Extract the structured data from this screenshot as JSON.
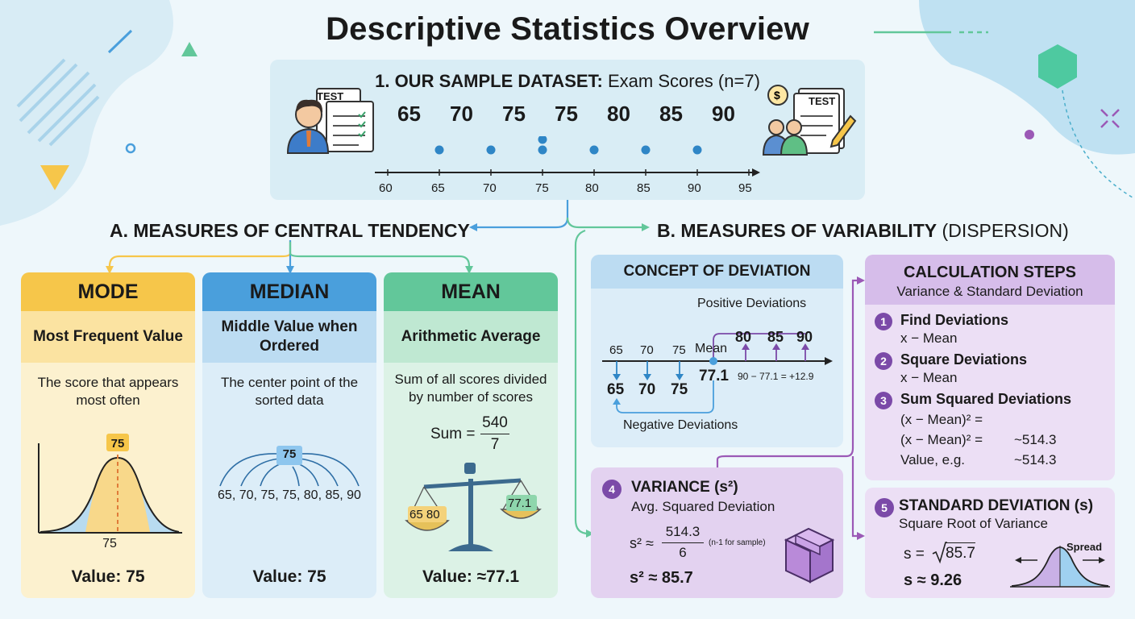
{
  "title": "Descriptive Statistics Overview",
  "dataset": {
    "heading_bold": "1. OUR SAMPLE DATASET:",
    "heading_rest": " Exam Scores (n=7)",
    "scores": [
      "65",
      "70",
      "75",
      "75",
      "80",
      "85",
      "90"
    ],
    "test_label": "TEST",
    "axis_ticks": [
      "60",
      "65",
      "70",
      "75",
      "80",
      "85",
      "90",
      "95"
    ]
  },
  "central": {
    "heading": "A. MEASURES OF CENTRAL TENDENCY",
    "mode": {
      "title": "MODE",
      "subtitle": "Most Frequent Value",
      "desc": "The score that appears most often",
      "peak_label": "75",
      "axis_label": "75",
      "value": "Value: 75"
    },
    "median": {
      "title": "MEDIAN",
      "subtitle": "Middle Value when Ordered",
      "desc": "The center point of the sorted data",
      "center_label": "75",
      "list": "65, 70, 75, 75, 80, 85, 90",
      "value": "Value: 75"
    },
    "mean": {
      "title": "MEAN",
      "subtitle": "Arithmetic Average",
      "desc": "Sum of all scores divided by number of scores",
      "sum_label": "Sum =",
      "numerator": "540",
      "denominator": "7",
      "left_pan": "65 80",
      "right_pan": "77.1",
      "value": "Value: ≈77.1"
    }
  },
  "variability": {
    "heading_bold": "B. MEASURES OF VARIABILITY",
    "heading_rest": " (DISPERSION)",
    "deviation": {
      "title": "CONCEPT OF DEVIATION",
      "positive": "Positive Deviations",
      "negative": "Negative Deviations",
      "top_left": [
        "65",
        "70",
        "75"
      ],
      "mean_label": "Mean",
      "top_right": [
        "80",
        "85",
        "90"
      ],
      "bottom_left": [
        "65",
        "70",
        "75"
      ],
      "mean_value": "77.1",
      "example": "90 − 77.1 = +12.9"
    },
    "steps": {
      "title": "CALCULATION STEPS",
      "subtitle": "Variance & Standard Deviation",
      "items": [
        {
          "n": "1",
          "title": "Find Deviations",
          "lines": [
            "x − Mean"
          ]
        },
        {
          "n": "2",
          "title": "Square Deviations",
          "lines": [
            "x − Mean"
          ]
        },
        {
          "n": "3",
          "title": "Sum Squared Deviations",
          "lines": [
            "(x − Mean)² =",
            "(x − Mean)² =",
            "Value, e.g."
          ]
        }
      ],
      "right_values": [
        "~514.3",
        "~514.3"
      ]
    },
    "variance": {
      "n": "4",
      "title": "VARIANCE (s²)",
      "subtitle": "Avg. Squared Deviation",
      "lhs": "s² ≈",
      "numerator": "514.3",
      "denominator": "6",
      "note": "(n-1 for sample)",
      "result": "s² ≈ 85.7"
    },
    "stddev": {
      "n": "5",
      "title": "STANDARD DEVIATION (s)",
      "subtitle": "Square Root of Variance",
      "lhs": "s =",
      "radicand": "85.7",
      "result": "s ≈ 9.26",
      "spread": "Spread"
    }
  },
  "colors": {
    "mode": "#f6c64a",
    "median": "#4a9fdc",
    "mean": "#62c79a",
    "purple": "#7b4aa8"
  }
}
